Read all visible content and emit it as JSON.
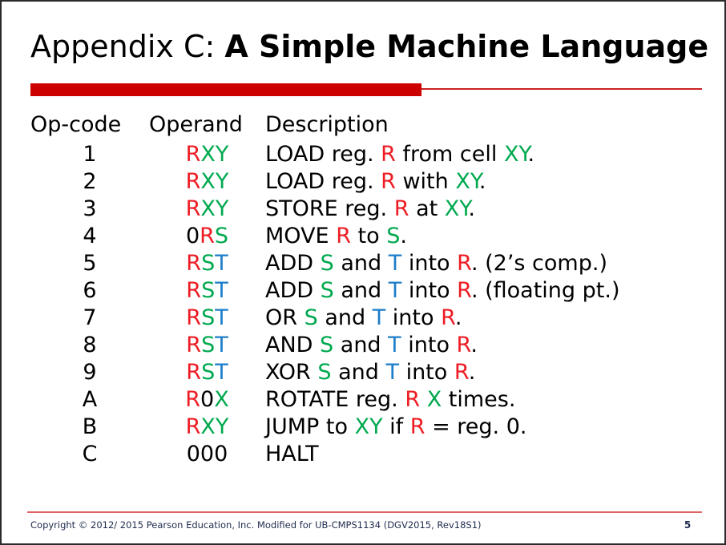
{
  "slide": {
    "title_normal": "Appendix C: ",
    "title_bold": "A Simple Machine Language",
    "accent_thick": "#CC0000",
    "accent_thin": "#CC2222",
    "color_register_r": "#ED1C24",
    "color_register_s": "#00A94F",
    "color_register_t": "#1C7DC9"
  },
  "table": {
    "headers": {
      "opcode": "Op-code",
      "operand": "Operand",
      "description": "Description"
    },
    "rows": [
      {
        "opcode": "1",
        "operand": [
          {
            "t": "R",
            "c": "red"
          },
          {
            "t": "XY",
            "c": "green"
          }
        ],
        "description": [
          {
            "t": "LOAD reg. ",
            "c": "black"
          },
          {
            "t": "R",
            "c": "red"
          },
          {
            "t": " from cell ",
            "c": "black"
          },
          {
            "t": "XY",
            "c": "green"
          },
          {
            "t": ".",
            "c": "black"
          }
        ]
      },
      {
        "opcode": "2",
        "operand": [
          {
            "t": "R",
            "c": "red"
          },
          {
            "t": "XY",
            "c": "green"
          }
        ],
        "description": [
          {
            "t": "LOAD reg. ",
            "c": "black"
          },
          {
            "t": "R",
            "c": "red"
          },
          {
            "t": " with ",
            "c": "black"
          },
          {
            "t": "XY",
            "c": "green"
          },
          {
            "t": ".",
            "c": "black"
          }
        ]
      },
      {
        "opcode": "3",
        "operand": [
          {
            "t": "R",
            "c": "red"
          },
          {
            "t": "XY",
            "c": "green"
          }
        ],
        "description": [
          {
            "t": "STORE reg. ",
            "c": "black"
          },
          {
            "t": "R",
            "c": "red"
          },
          {
            "t": " at ",
            "c": "black"
          },
          {
            "t": "XY",
            "c": "green"
          },
          {
            "t": ".",
            "c": "black"
          }
        ]
      },
      {
        "opcode": "4",
        "operand": [
          {
            "t": "0",
            "c": "black"
          },
          {
            "t": "R",
            "c": "red"
          },
          {
            "t": "S",
            "c": "green"
          }
        ],
        "description": [
          {
            "t": "MOVE ",
            "c": "black"
          },
          {
            "t": "R",
            "c": "red"
          },
          {
            "t": " to ",
            "c": "black"
          },
          {
            "t": "S",
            "c": "green"
          },
          {
            "t": ".",
            "c": "black"
          }
        ]
      },
      {
        "opcode": "5",
        "operand": [
          {
            "t": "R",
            "c": "red"
          },
          {
            "t": "S",
            "c": "green"
          },
          {
            "t": "T",
            "c": "blue"
          }
        ],
        "description": [
          {
            "t": "ADD ",
            "c": "black"
          },
          {
            "t": "S",
            "c": "green"
          },
          {
            "t": " and ",
            "c": "black"
          },
          {
            "t": "T",
            "c": "blue"
          },
          {
            "t": " into ",
            "c": "black"
          },
          {
            "t": "R",
            "c": "red"
          },
          {
            "t": ". (2’s comp.)",
            "c": "black"
          }
        ]
      },
      {
        "opcode": "6",
        "operand": [
          {
            "t": "R",
            "c": "red"
          },
          {
            "t": "S",
            "c": "green"
          },
          {
            "t": "T",
            "c": "blue"
          }
        ],
        "description": [
          {
            "t": "ADD ",
            "c": "black"
          },
          {
            "t": "S",
            "c": "green"
          },
          {
            "t": " and ",
            "c": "black"
          },
          {
            "t": "T",
            "c": "blue"
          },
          {
            "t": " into ",
            "c": "black"
          },
          {
            "t": "R",
            "c": "red"
          },
          {
            "t": ". (floating pt.)",
            "c": "black"
          }
        ]
      },
      {
        "opcode": "7",
        "operand": [
          {
            "t": "R",
            "c": "red"
          },
          {
            "t": "S",
            "c": "green"
          },
          {
            "t": "T",
            "c": "blue"
          }
        ],
        "description": [
          {
            "t": "OR ",
            "c": "black"
          },
          {
            "t": "S",
            "c": "green"
          },
          {
            "t": " and ",
            "c": "black"
          },
          {
            "t": "T",
            "c": "blue"
          },
          {
            "t": " into ",
            "c": "black"
          },
          {
            "t": "R",
            "c": "red"
          },
          {
            "t": ".",
            "c": "black"
          }
        ]
      },
      {
        "opcode": "8",
        "operand": [
          {
            "t": "R",
            "c": "red"
          },
          {
            "t": "S",
            "c": "green"
          },
          {
            "t": "T",
            "c": "blue"
          }
        ],
        "description": [
          {
            "t": "AND ",
            "c": "black"
          },
          {
            "t": "S",
            "c": "green"
          },
          {
            "t": " and ",
            "c": "black"
          },
          {
            "t": "T",
            "c": "blue"
          },
          {
            "t": " into ",
            "c": "black"
          },
          {
            "t": "R",
            "c": "red"
          },
          {
            "t": ".",
            "c": "black"
          }
        ]
      },
      {
        "opcode": "9",
        "operand": [
          {
            "t": "R",
            "c": "red"
          },
          {
            "t": "S",
            "c": "green"
          },
          {
            "t": "T",
            "c": "blue"
          }
        ],
        "description": [
          {
            "t": "XOR ",
            "c": "black"
          },
          {
            "t": "S",
            "c": "green"
          },
          {
            "t": " and ",
            "c": "black"
          },
          {
            "t": "T",
            "c": "blue"
          },
          {
            "t": " into ",
            "c": "black"
          },
          {
            "t": "R",
            "c": "red"
          },
          {
            "t": ".",
            "c": "black"
          }
        ]
      },
      {
        "opcode": "A",
        "operand": [
          {
            "t": "R",
            "c": "red"
          },
          {
            "t": "0",
            "c": "black"
          },
          {
            "t": "X",
            "c": "green"
          }
        ],
        "description": [
          {
            "t": "ROTATE reg. ",
            "c": "black"
          },
          {
            "t": "R",
            "c": "red"
          },
          {
            "t": " ",
            "c": "black"
          },
          {
            "t": "X",
            "c": "green"
          },
          {
            "t": " times.",
            "c": "black"
          }
        ]
      },
      {
        "opcode": "B",
        "operand": [
          {
            "t": "R",
            "c": "red"
          },
          {
            "t": "XY",
            "c": "green"
          }
        ],
        "description": [
          {
            "t": "JUMP to ",
            "c": "black"
          },
          {
            "t": "XY",
            "c": "green"
          },
          {
            "t": " if ",
            "c": "black"
          },
          {
            "t": "R",
            "c": "red"
          },
          {
            "t": " = reg. 0.",
            "c": "black"
          }
        ]
      },
      {
        "opcode": "C",
        "operand": [
          {
            "t": "000",
            "c": "black"
          }
        ],
        "description": [
          {
            "t": "HALT",
            "c": "black"
          }
        ]
      }
    ]
  },
  "footer": {
    "copyright": "Copyright © 2012/ 2015 Pearson Education, Inc. Modified for UB-CMPS1134 (DGV2015, Rev18S1)",
    "page_number": "5"
  }
}
